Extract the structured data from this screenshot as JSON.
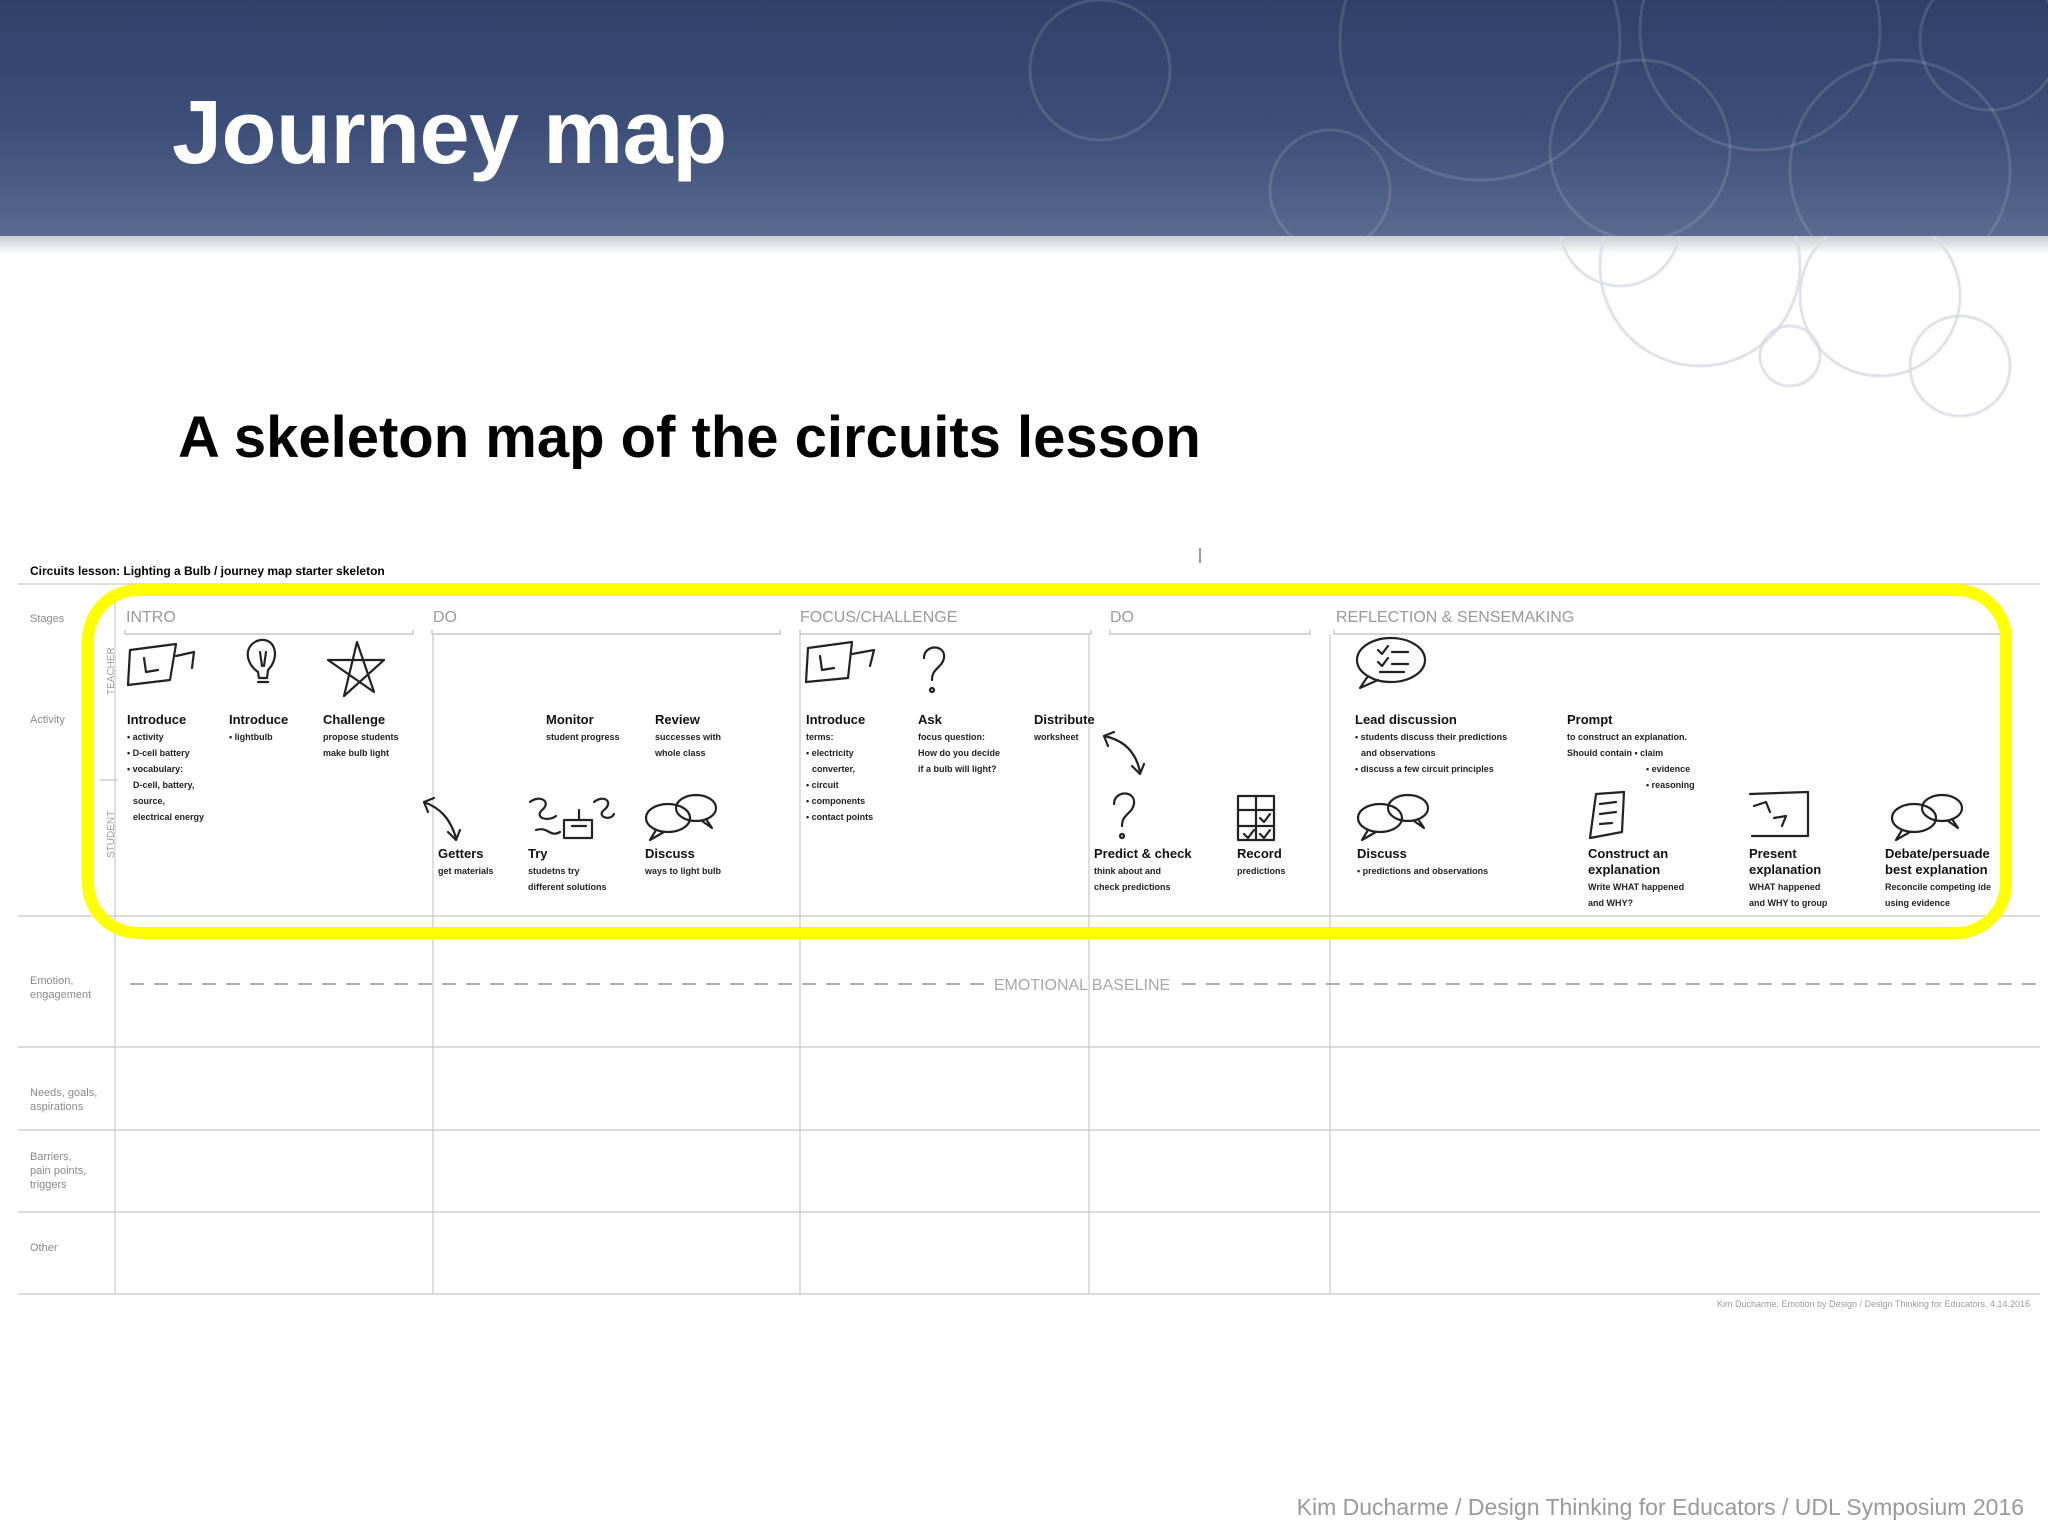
{
  "slide": {
    "title": "Journey map",
    "subtitle": "A skeleton map of the circuits lesson",
    "footer": "Kim Ducharme / Design Thinking for Educators / UDL Symposium 2016"
  },
  "map": {
    "heading": "Circuits lesson: Lighting a Bulb / journey map starter skeleton",
    "row_labels": {
      "stages": "Stages",
      "activity": "Activity",
      "emotion": [
        "Emotion,",
        "engagement"
      ],
      "needs": [
        "Needs, goals,",
        "aspirations"
      ],
      "barriers": [
        "Barriers,",
        "pain points,",
        "triggers"
      ],
      "other": "Other"
    },
    "lane_labels": {
      "teacher": "TEACHER",
      "student": "STUDENT"
    },
    "stages": [
      "INTRO",
      "DO",
      "FOCUS/CHALLENGE",
      "DO",
      "REFLECTION & SENSEMAKING"
    ],
    "teacher_activities": [
      {
        "icon": "whiteboard-icon",
        "title": "Introduce",
        "lines": [
          "• activity",
          "• D-cell battery",
          "• vocabulary:",
          "D-cell, battery,",
          "source,",
          "electrical energy"
        ]
      },
      {
        "icon": "lightbulb-icon",
        "title": "Introduce",
        "lines": [
          "• lightbulb"
        ]
      },
      {
        "icon": "star-icon",
        "title": "Challenge",
        "lines": [
          "propose students",
          "make bulb light"
        ]
      },
      {
        "icon": "",
        "title": "Monitor",
        "lines": [
          "student progress"
        ]
      },
      {
        "icon": "",
        "title": "Review",
        "lines": [
          "successes with",
          "whole class"
        ]
      },
      {
        "icon": "whiteboard-icon",
        "title": "Introduce",
        "lines": [
          "terms:",
          "• electricity",
          "converter,",
          "• circuit",
          "• components",
          "• contact points"
        ]
      },
      {
        "icon": "question-icon",
        "title": "Ask",
        "lines": [
          "focus question:",
          "How do you decide",
          "if a bulb will light?"
        ]
      },
      {
        "icon": "",
        "title": "Distribute",
        "lines": [
          "worksheet"
        ]
      },
      {
        "icon": "checklist-bubble-icon",
        "title": "Lead discussion",
        "lines": [
          "• students discuss their predictions",
          "and observations",
          "• discuss a few circuit principles"
        ]
      },
      {
        "icon": "",
        "title": "Prompt",
        "lines": [
          "to construct an explanation.",
          "Should contain   • claim",
          "• evidence",
          "• reasoning"
        ]
      }
    ],
    "student_activities": [
      {
        "icon": "cycle-arrow-icon",
        "title": "Getters",
        "lines": [
          "get materials"
        ]
      },
      {
        "icon": "circuit-sketch-icon",
        "title": "Try",
        "lines": [
          "studetns try",
          "different solutions"
        ]
      },
      {
        "icon": "speech-bubbles-icon",
        "title": "Discuss",
        "lines": [
          "ways to light bulb"
        ]
      },
      {
        "icon": "question-icon",
        "title": "Predict & check",
        "lines": [
          "think about and",
          "check predictions"
        ]
      },
      {
        "icon": "grid-checklist-icon",
        "title": "Record",
        "lines": [
          "predictions"
        ]
      },
      {
        "icon": "speech-bubbles-icon",
        "title": "Discuss",
        "lines": [
          "• predictions and observations"
        ]
      },
      {
        "icon": "document-icon",
        "title": "Construct an",
        "title2": "explanation",
        "lines": [
          "Write WHAT happened",
          "and WHY?"
        ]
      },
      {
        "icon": "easel-icon",
        "title": "Present",
        "title2": "explanation",
        "lines": [
          "WHAT happened",
          "and WHY to group"
        ]
      },
      {
        "icon": "speech-bubbles-icon",
        "title": "Debate/persuade",
        "title2": "best explanation",
        "lines": [
          "Reconcile competing ide",
          "using evidence"
        ]
      }
    ],
    "baseline_label": "EMOTIONAL BASELINE",
    "credit": "Kim Ducharme, Emotion by Design / Design Thinking for Educators, 4.14.2016",
    "highlight_color": "#ffff00"
  }
}
